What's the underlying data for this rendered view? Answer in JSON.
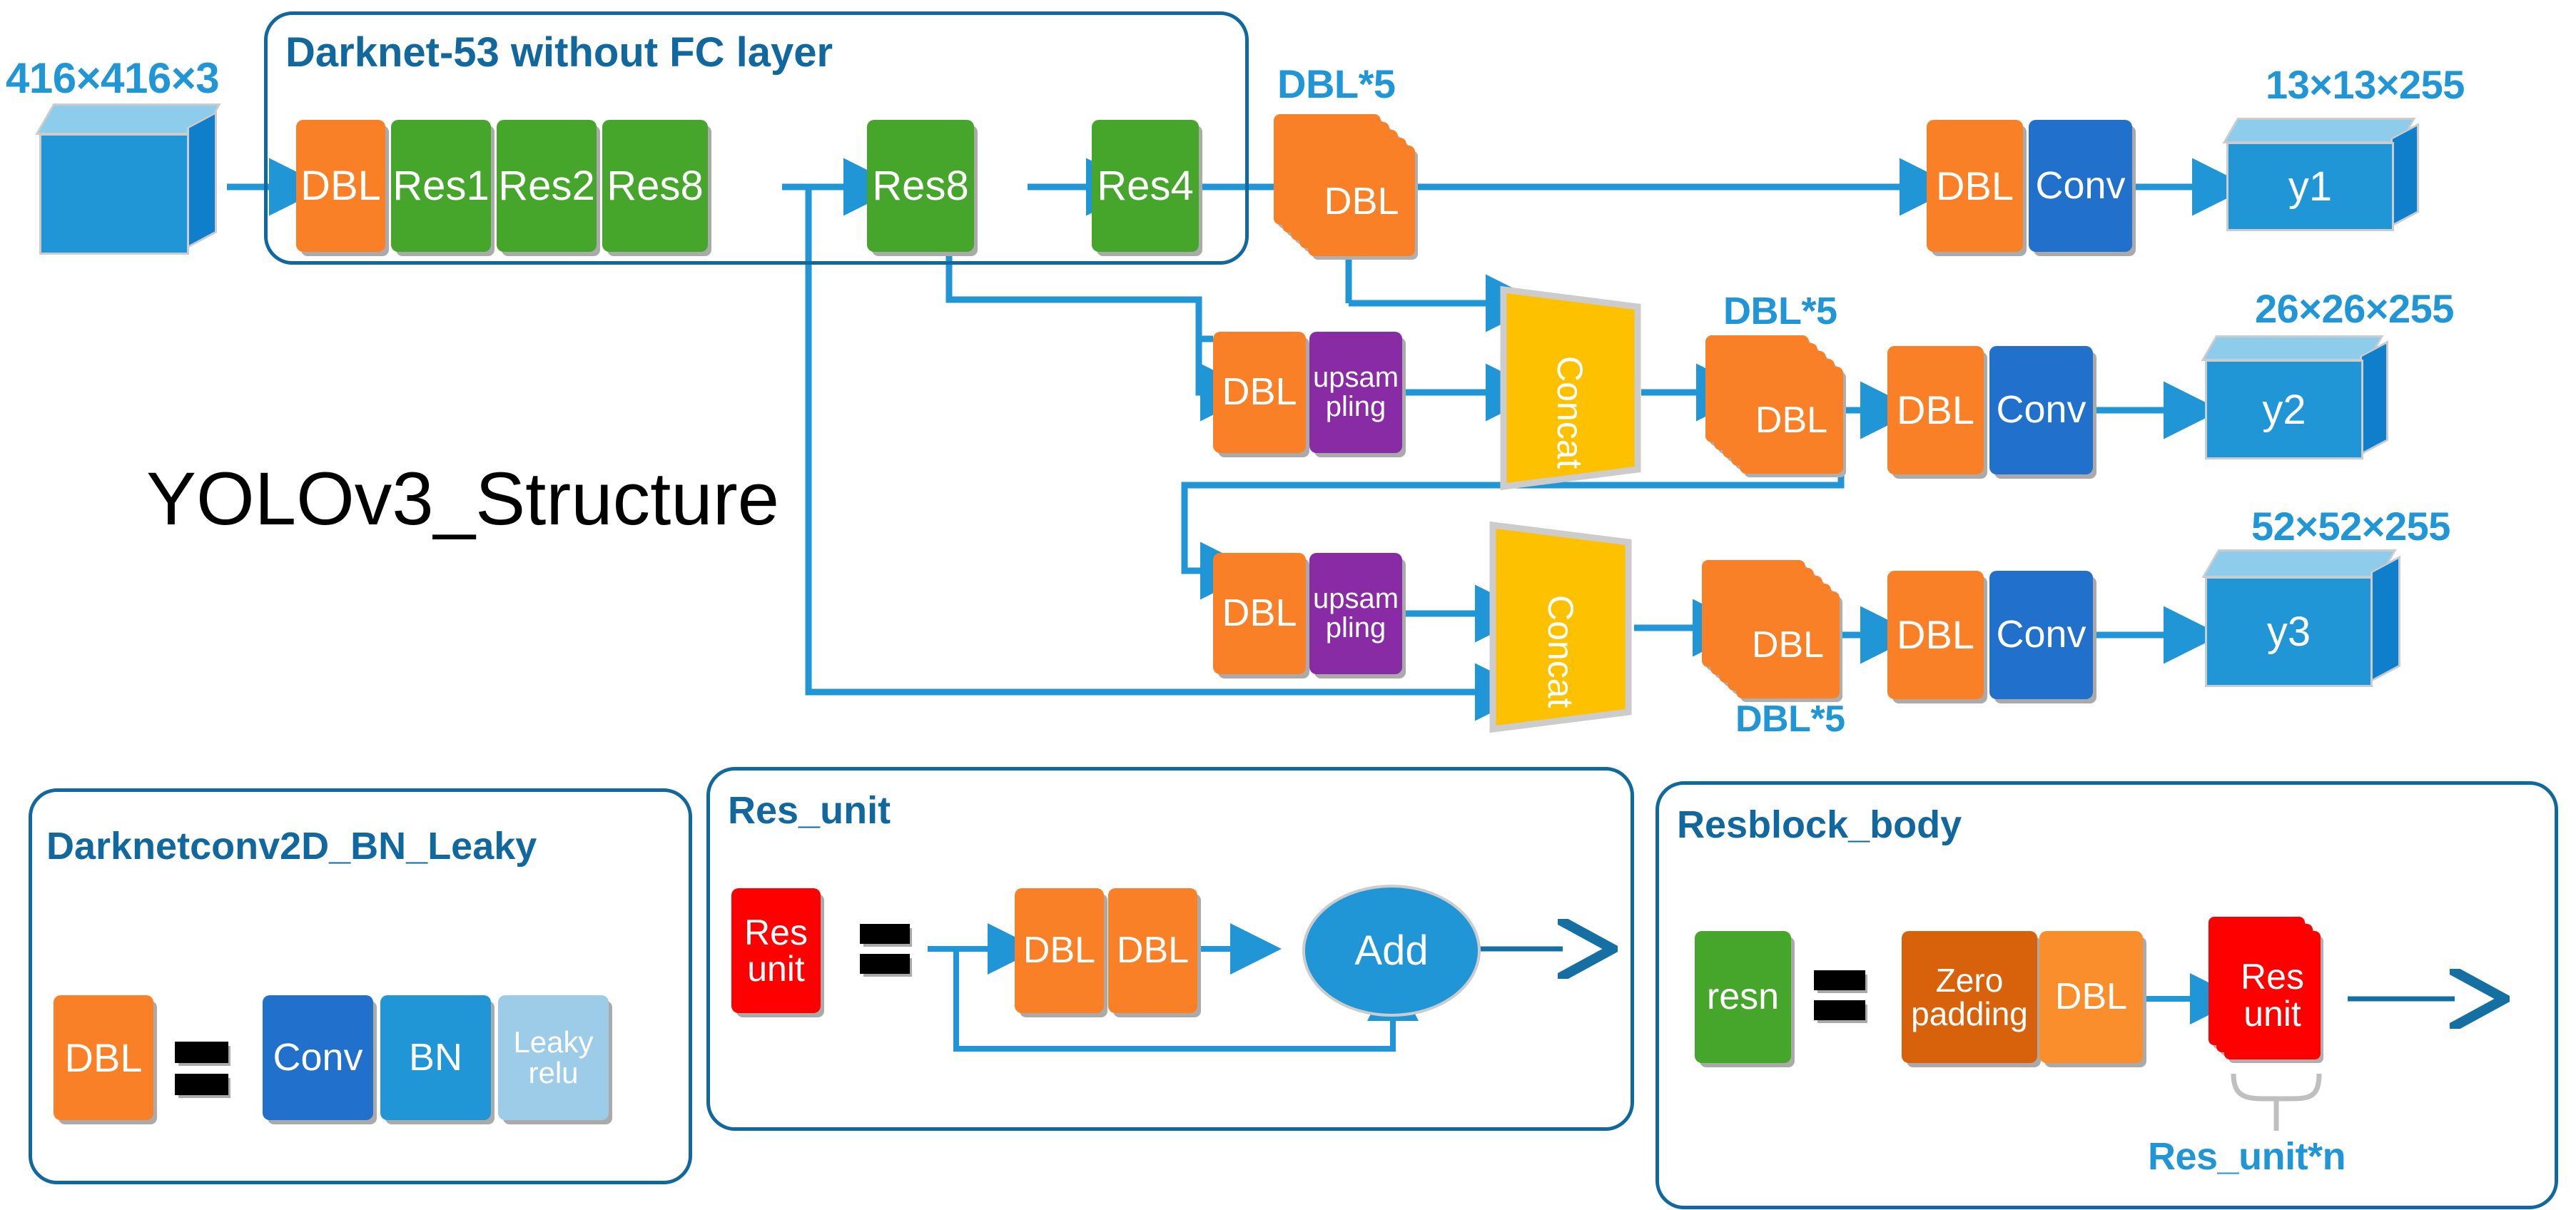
{
  "title": "YOLOv3_Structure",
  "input": {
    "shape_label": "416×416×3",
    "name": ""
  },
  "groups": {
    "backbone": "Darknet-53 without FC layer",
    "dbl_legend": "Darknetconv2D_BN_Leaky",
    "res_unit": "Res_unit",
    "resblock_body": "Resblock_body"
  },
  "backbone_blocks": [
    {
      "label": "DBL",
      "color": "orange"
    },
    {
      "label": "Res1",
      "color": "green"
    },
    {
      "label": "Res2",
      "color": "green"
    },
    {
      "label": "Res8",
      "color": "green"
    },
    {
      "label": "Res8",
      "color": "green"
    },
    {
      "label": "Res4",
      "color": "green"
    }
  ],
  "branches": [
    {
      "id": "y1",
      "stack_label": "DBL*5",
      "stack_block": "DBL",
      "head": [
        {
          "label": "DBL",
          "color": "orange"
        },
        {
          "label": "Conv",
          "color": "blue"
        }
      ],
      "output": {
        "name": "y1",
        "shape_label": "13×13×255"
      }
    },
    {
      "id": "y2",
      "stack_label": "DBL*5",
      "stack_block": "DBL",
      "pre": [
        {
          "label": "DBL",
          "color": "orange"
        },
        {
          "label": "upsam pling",
          "color": "purple"
        }
      ],
      "merge": "Concat",
      "head": [
        {
          "label": "DBL",
          "color": "orange"
        },
        {
          "label": "Conv",
          "color": "blue"
        }
      ],
      "output": {
        "name": "y2",
        "shape_label": "26×26×255"
      }
    },
    {
      "id": "y3",
      "stack_label": "DBL*5",
      "stack_block": "DBL",
      "pre": [
        {
          "label": "DBL",
          "color": "orange"
        },
        {
          "label": "upsam pling",
          "color": "purple"
        }
      ],
      "merge": "Concat",
      "head": [
        {
          "label": "DBL",
          "color": "orange"
        },
        {
          "label": "Conv",
          "color": "blue"
        }
      ],
      "output": {
        "name": "y3",
        "shape_label": "52×52×255"
      }
    }
  ],
  "upsample_lines": {
    "line1": "upsam",
    "line2": "pling"
  },
  "legend_dbl": {
    "title": "Darknetconv2D_BN_Leaky",
    "lhs": "DBL",
    "rhs": [
      {
        "label": "Conv",
        "color": "blue"
      },
      {
        "label": "BN",
        "color": "cyan"
      },
      {
        "label": "Leaky relu",
        "color": "lightcyan"
      }
    ],
    "leaky_line1": "Leaky",
    "leaky_line2": "relu"
  },
  "legend_resunit": {
    "title": "Res_unit",
    "lhs_line1": "Res",
    "lhs_line2": "unit",
    "rhs": [
      {
        "label": "DBL",
        "color": "orange"
      },
      {
        "label": "DBL",
        "color": "orange"
      }
    ],
    "add": "Add"
  },
  "legend_resblock": {
    "title": "Resblock_body",
    "lhs": "resn",
    "zero_line1": "Zero",
    "zero_line2": "padding",
    "dbl": "DBL",
    "res_line1": "Res",
    "res_line2": "unit",
    "brace_label": "Res_unit*n"
  },
  "colors": {
    "accent_blue": "#2196D6",
    "group_border": "#11689E",
    "orange": "#F98026",
    "green": "#46A62B",
    "conv_blue": "#2070CC",
    "purple": "#8A2BA6",
    "yellow": "#FDC100",
    "red": "#FE0000",
    "dark_orange": "#D8610C",
    "light_cyan": "#9CCCE8"
  }
}
